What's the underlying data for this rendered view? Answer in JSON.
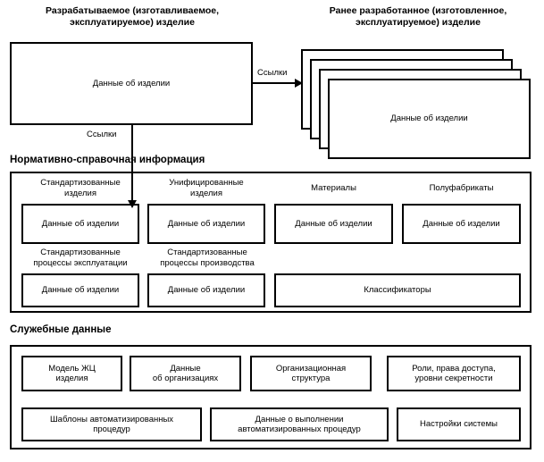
{
  "diagram": {
    "headers": {
      "left": "Разрабатываемое (изготавливаемое,\nэксплуатируемое) изделие",
      "right": "Ранее разработанное (изготовленное,\nэксплуатируемое) изделие"
    },
    "current_product_box": {
      "label": "Данные об изделии"
    },
    "legacy_product_stack": {
      "label": "Данные об изделии",
      "layers": 4
    },
    "edges": {
      "to_legacy": "Ссылки",
      "to_reference": "Ссылки"
    },
    "reference_section": {
      "title": "Нормативно-справочная информация",
      "row1": [
        {
          "caption": "Стандартизованные\nизделия",
          "value": "Данные об изделии"
        },
        {
          "caption": "Унифицированные\nизделия",
          "value": "Данные об изделии"
        },
        {
          "caption": "Материалы",
          "value": "Данные об изделии"
        },
        {
          "caption": "Полуфабрикаты",
          "value": "Данные об изделии"
        }
      ],
      "row2": [
        {
          "caption": "Стандартизованные\nпроцессы эксплуатации",
          "value": "Данные об изделии"
        },
        {
          "caption": "Стандартизованные\nпроцессы производства",
          "value": "Данные об изделии"
        },
        {
          "caption": "",
          "value": "Классификаторы"
        }
      ]
    },
    "service_section": {
      "title": "Служебные данные",
      "row1": [
        {
          "value": "Модель ЖЦ\nизделия"
        },
        {
          "value": "Данные\nоб организациях"
        },
        {
          "value": "Организационная\nструктура"
        },
        {
          "value": "Роли, права доступа,\nуровни секретности"
        }
      ],
      "row2": [
        {
          "value": "Шаблоны автоматизированных\nпроцедур"
        },
        {
          "value": "Данные о выполнении\nавтоматизированных процедур"
        },
        {
          "value": "Настройки системы"
        }
      ]
    },
    "colors": {
      "stroke": "#000000",
      "fill": "#ffffff",
      "text": "#000000"
    }
  }
}
